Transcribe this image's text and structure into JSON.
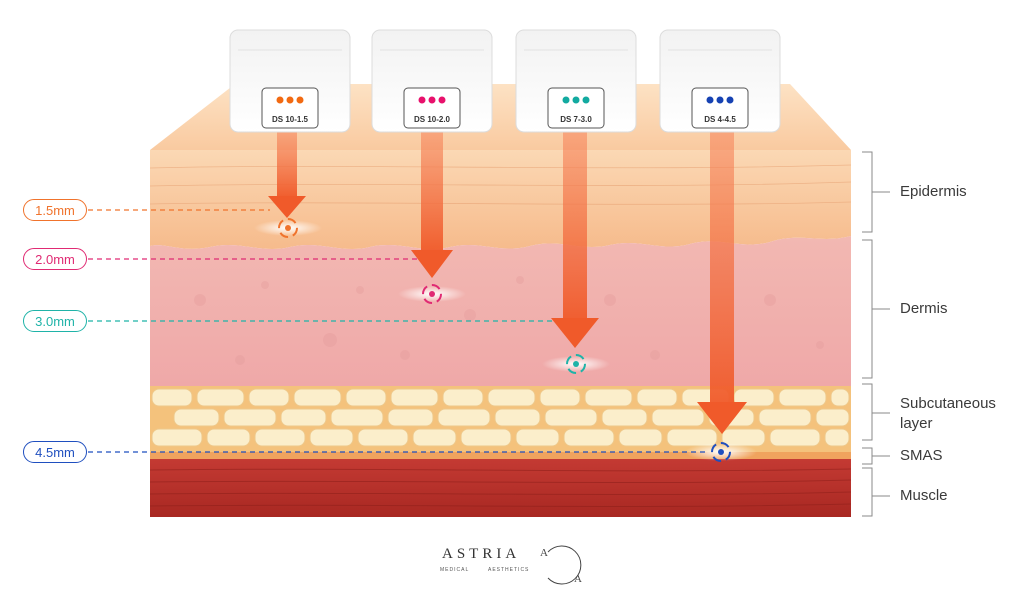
{
  "depths": [
    {
      "label": "1.5mm",
      "color": "#f0732c"
    },
    {
      "label": "2.0mm",
      "color": "#e02a73"
    },
    {
      "label": "3.0mm",
      "color": "#1fb3a8"
    },
    {
      "label": "4.5mm",
      "color": "#1f4fbf"
    }
  ],
  "cartridges": [
    {
      "label": "DS 10-1.5",
      "dot_color": "#f26a12"
    },
    {
      "label": "DS 10-2.0",
      "dot_color": "#e8116c"
    },
    {
      "label": "DS 7-3.0",
      "dot_color": "#12aaa0"
    },
    {
      "label": "DS 4-4.5",
      "dot_color": "#1642b3"
    }
  ],
  "layers": {
    "epidermis": "Epidermis",
    "dermis": "Dermis",
    "subcutaneous_1": "Subcutaneous",
    "subcutaneous_2": "layer",
    "smas": "SMAS",
    "muscle": "Muscle"
  },
  "brand": {
    "name": "ASTRIA",
    "sub1": "MEDICAL",
    "sub2": "AESTHETICS",
    "monogram_top": "A",
    "monogram_bottom": "A"
  }
}
